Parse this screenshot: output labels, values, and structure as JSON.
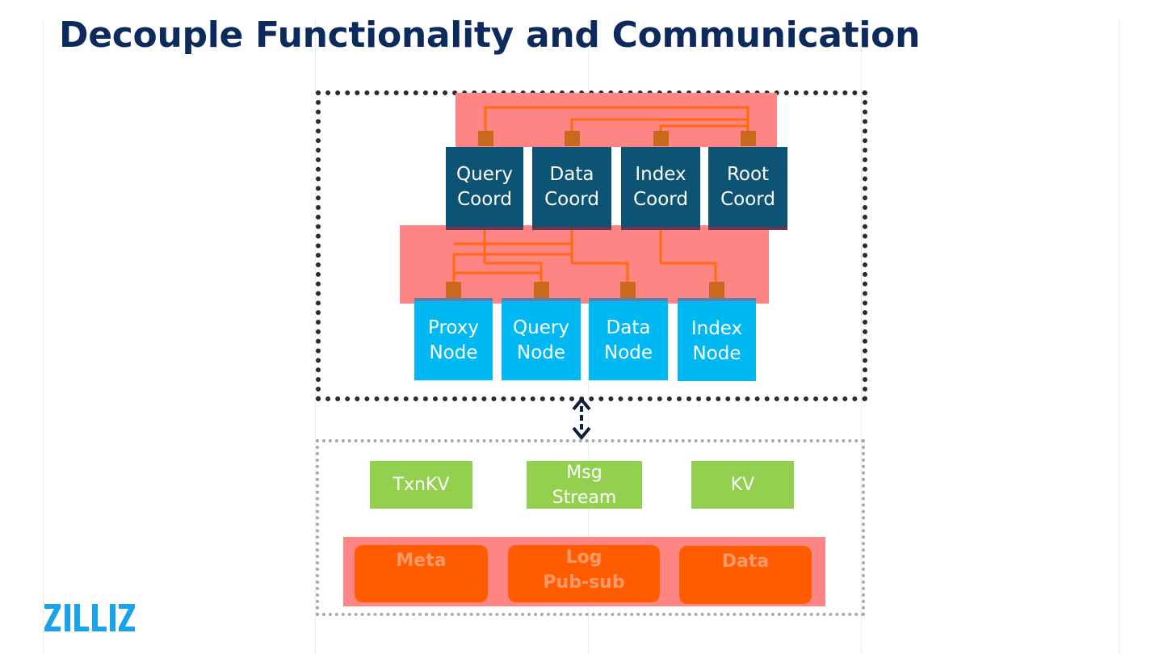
{
  "slide": {
    "title": "Decouple Functionality and Communication"
  },
  "coords": [
    {
      "label": "Query\nCoord"
    },
    {
      "label": "Data\nCoord"
    },
    {
      "label": "Index\nCoord"
    },
    {
      "label": "Root\nCoord"
    }
  ],
  "nodes": [
    {
      "label": "Proxy\nNode"
    },
    {
      "label": "Query\nNode"
    },
    {
      "label": "Data\nNode"
    },
    {
      "label": "Index\nNode"
    }
  ],
  "services": [
    {
      "label": "TxnKV"
    },
    {
      "label": "Msg\nStream"
    },
    {
      "label": "KV"
    }
  ],
  "storage": [
    {
      "label": "Meta"
    },
    {
      "label": "Log\nPub-sub"
    },
    {
      "label": "Data"
    }
  ],
  "logo": {
    "text": "ZILLIZ",
    "color": "#1aa3e8"
  },
  "colors": {
    "title": "#0d2a5c",
    "coord": "#0d5474",
    "node": "#00b9f2",
    "service": "#93d04f",
    "storage": "#ff5c00",
    "band": "#ff8585",
    "wire": "#ff6a10",
    "connector": "#c8691e"
  }
}
